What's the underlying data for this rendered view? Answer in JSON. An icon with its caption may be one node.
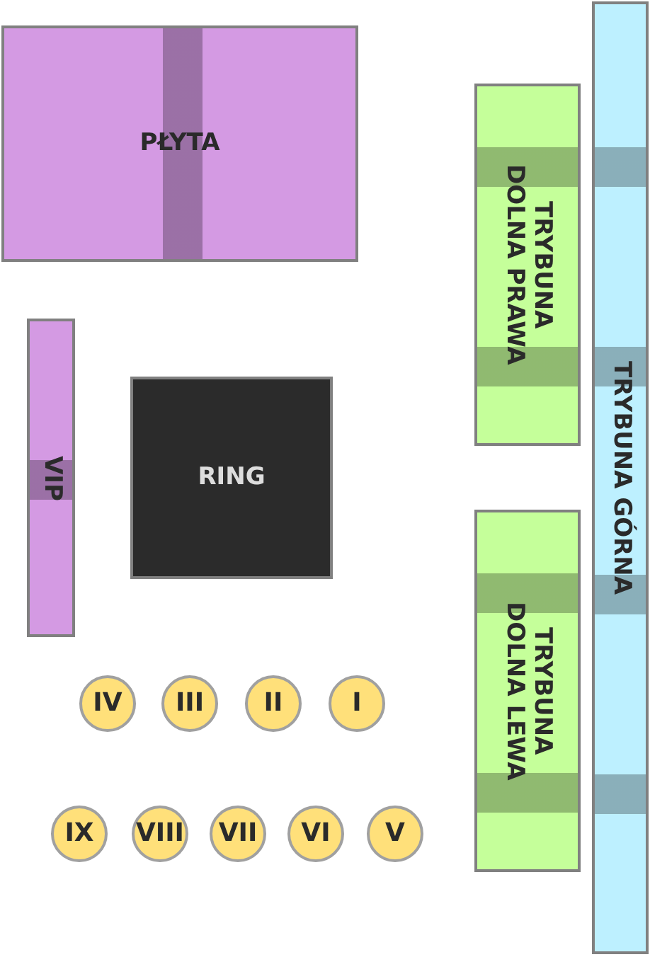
{
  "diagram": {
    "nodes": [
      {
        "text": [
          "PŁYTA"
        ]
      },
      {
        "text": [
          "TRYBUNA GÓRNA"
        ]
      },
      {
        "text": [
          "TRYBUNA DOLNA PRAWA"
        ]
      },
      {
        "text": [
          "VIP"
        ]
      },
      {
        "text": [
          "RING"
        ]
      },
      {
        "text": [
          "TRYBUNA DOLNA LEWA"
        ]
      },
      {
        "text": [
          "IV"
        ]
      },
      {
        "text": [
          "III"
        ]
      },
      {
        "text": [
          "II"
        ]
      },
      {
        "text": [
          "I"
        ]
      },
      {
        "text": [
          "IX"
        ]
      },
      {
        "text": [
          "VIII"
        ]
      },
      {
        "text": [
          "VII"
        ]
      },
      {
        "text": [
          "VI"
        ]
      },
      {
        "text": [
          "V"
        ]
      }
    ],
    "edges": []
  }
}
